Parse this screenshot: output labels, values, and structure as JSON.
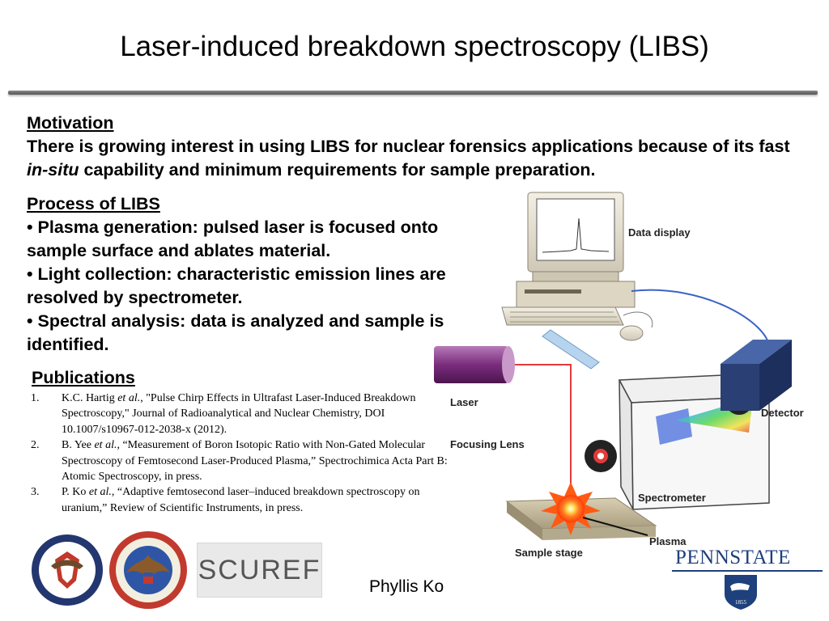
{
  "title": "Laser-induced breakdown spectroscopy (LIBS)",
  "motivation": {
    "heading": "Motivation",
    "text_1": "There is growing interest in using LIBS for nuclear forensics applications because of its fast ",
    "text_italic": "in-situ",
    "text_2": " capability and minimum requirements for sample preparation."
  },
  "process": {
    "heading": "Process of LIBS",
    "bullets": [
      "• Plasma generation: pulsed laser is focused onto sample surface and ablates material.",
      "• Light collection: characteristic emission lines are resolved by spectrometer.",
      "• Spectral analysis: data is analyzed and sample is identified."
    ]
  },
  "publications": {
    "heading": "Publications",
    "items": [
      {
        "num": "1.",
        "author": "K.C. Hartig ",
        "etal": "et al.",
        "rest": ", \"Pulse Chirp Effects in Ultrafast Laser-Induced Breakdown Spectroscopy,\" Journal of Radioanalytical and Nuclear Chemistry, DOI 10.1007/s10967-012-2038-x (2012)."
      },
      {
        "num": "2.",
        "author": "B. Yee ",
        "etal": "et al.",
        "rest": ", “Measurement of Boron Isotopic Ratio with Non-Gated Molecular Spectroscopy of Femtosecond Laser-Produced Plasma,” Spectrochimica Acta Part B: Atomic Spectroscopy, in press."
      },
      {
        "num": "3.",
        "author": "P. Ko ",
        "etal": "et al.",
        "rest": ", “Adaptive femtosecond laser–induced breakdown spectroscopy on uranium,” Review of Scientific Instruments, in press."
      }
    ]
  },
  "diagram": {
    "labels": {
      "data_display": "Data display",
      "laser": "Laser",
      "detector": "Detector",
      "focusing_lens": "Focusing Lens",
      "spectrometer": "Spectrometer",
      "plasma": "Plasma",
      "sample_stage": "Sample stage"
    }
  },
  "author": "Phyllis Ko",
  "logos": {
    "scuref": "SCUREF",
    "pennstate": "PENNSTATE",
    "pennstate_year": "1855"
  },
  "colors": {
    "laser_beam": "#e23b3b",
    "laser_head": "#8a3a8c",
    "penn_blue": "#1e407c",
    "dhs_blue": "#23366f",
    "detector": "#2a3f73"
  }
}
